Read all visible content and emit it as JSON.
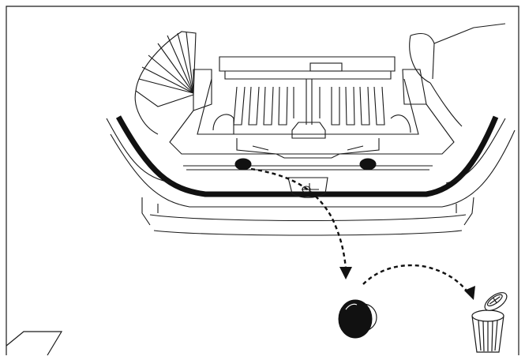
{
  "figure": {
    "subject": "vehicle-rear-cargo-area",
    "components": [
      "rear-cargo-floor",
      "bumper-strip",
      "drain-plugs",
      "removed-plug",
      "waste-bin-icon"
    ],
    "arrows": [
      "plug-to-hand-removal",
      "plug-to-bin-disposal"
    ],
    "colors": {
      "line": "#1a1a1a",
      "fill": "#ffffff",
      "dark": "#111111"
    }
  }
}
